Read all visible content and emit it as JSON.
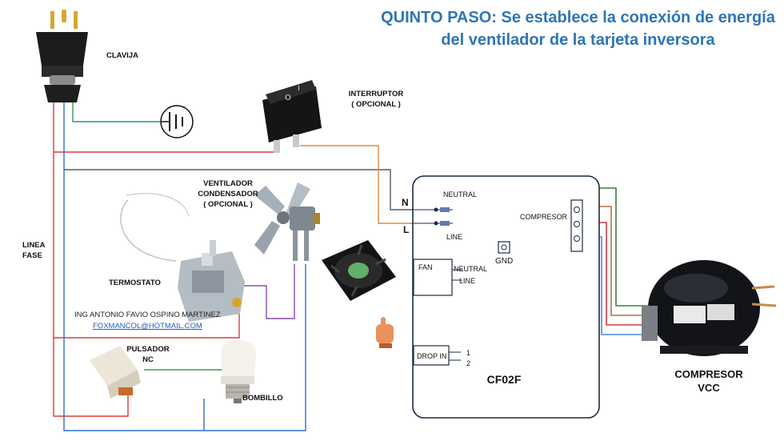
{
  "title": "QUINTO PASO: Se establece la conexión de energía del ventilador de la tarjeta inversora",
  "labels": {
    "clavija": "CLAVIJA",
    "interruptor": "INTERRUPTOR",
    "interruptor_sub": "( OPCIONAL )",
    "ventilador": "VENTILADOR",
    "ventilador_sub": "CONDENSADOR",
    "ventilador_sub2": "( OPCIONAL )",
    "linea": "LINEA",
    "fase": "FASE",
    "termostato": "TERMOSTATO",
    "pulsador": "PULSADOR",
    "pulsador_sub": "NC",
    "bombillo": "BOMBILLO",
    "compresor_block": "COMPRESOR",
    "compresor_main": "COMPRESOR",
    "compresor_sub": "VCC",
    "gnd": "GND",
    "fan": "FAN",
    "drop_in": "DROP IN",
    "board": "CF02F"
  },
  "board_pins": {
    "n": "N",
    "l": "L",
    "neutral": "NEUTRAL",
    "line": "LINE",
    "fan_neutral": "NEUTRAL",
    "fan_line": "LINE",
    "drop_1": "1",
    "drop_2": "2"
  },
  "credit": "ING ANTONIO FAVIO OSPINO MARTINEZ",
  "email": "FOXMANCOL@HOTMAIL.COM",
  "colors": {
    "title": "#2e75b6",
    "wire_red": "#e03a3a",
    "wire_blue": "#2f6fd6",
    "wire_green": "#2f9b57",
    "wire_orange": "#e8873a",
    "wire_purple": "#8a4cb0",
    "wire_gray": "#555b6a",
    "wire_darkgreen": "#3f7f3a"
  }
}
